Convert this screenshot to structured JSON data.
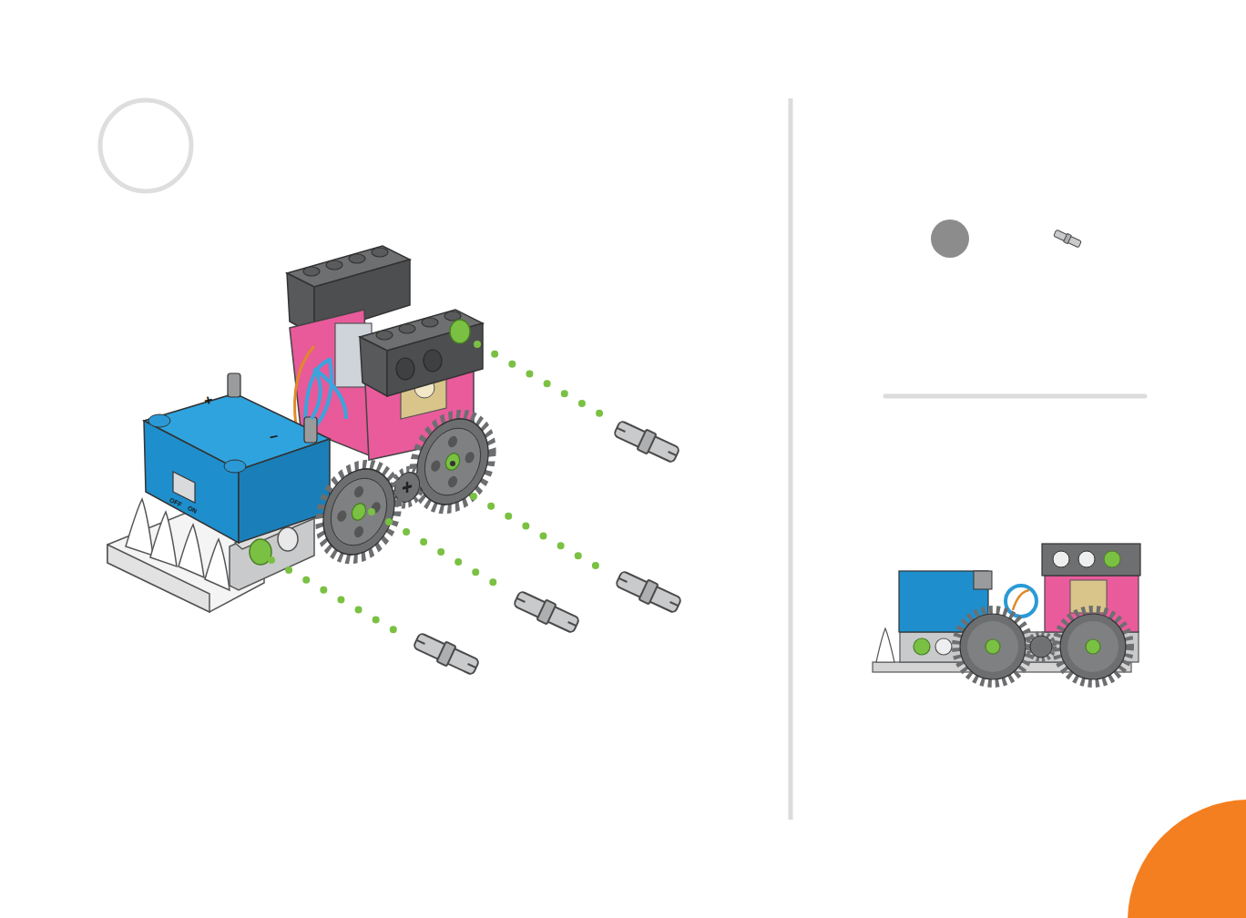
{
  "diagram": {
    "labels": [
      "+",
      "−",
      "OFF",
      "ON"
    ]
  }
}
